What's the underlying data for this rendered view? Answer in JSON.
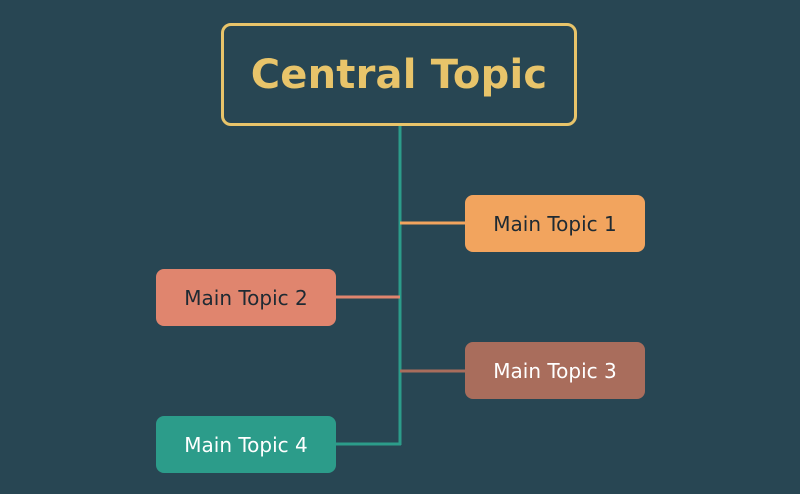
{
  "central_topic": {
    "label": "Central Topic"
  },
  "main_topics": [
    {
      "label": "Main Topic 1"
    },
    {
      "label": "Main Topic 2"
    },
    {
      "label": "Main Topic 3"
    },
    {
      "label": "Main Topic 4"
    }
  ],
  "colors": {
    "background": "#284653",
    "central": "#e8c46a",
    "trunk": "#2c9c8a",
    "topic_1": "#f2a45e",
    "topic_2": "#e0856e",
    "topic_3": "#a96d5c",
    "topic_4": "#2c9c8a"
  }
}
